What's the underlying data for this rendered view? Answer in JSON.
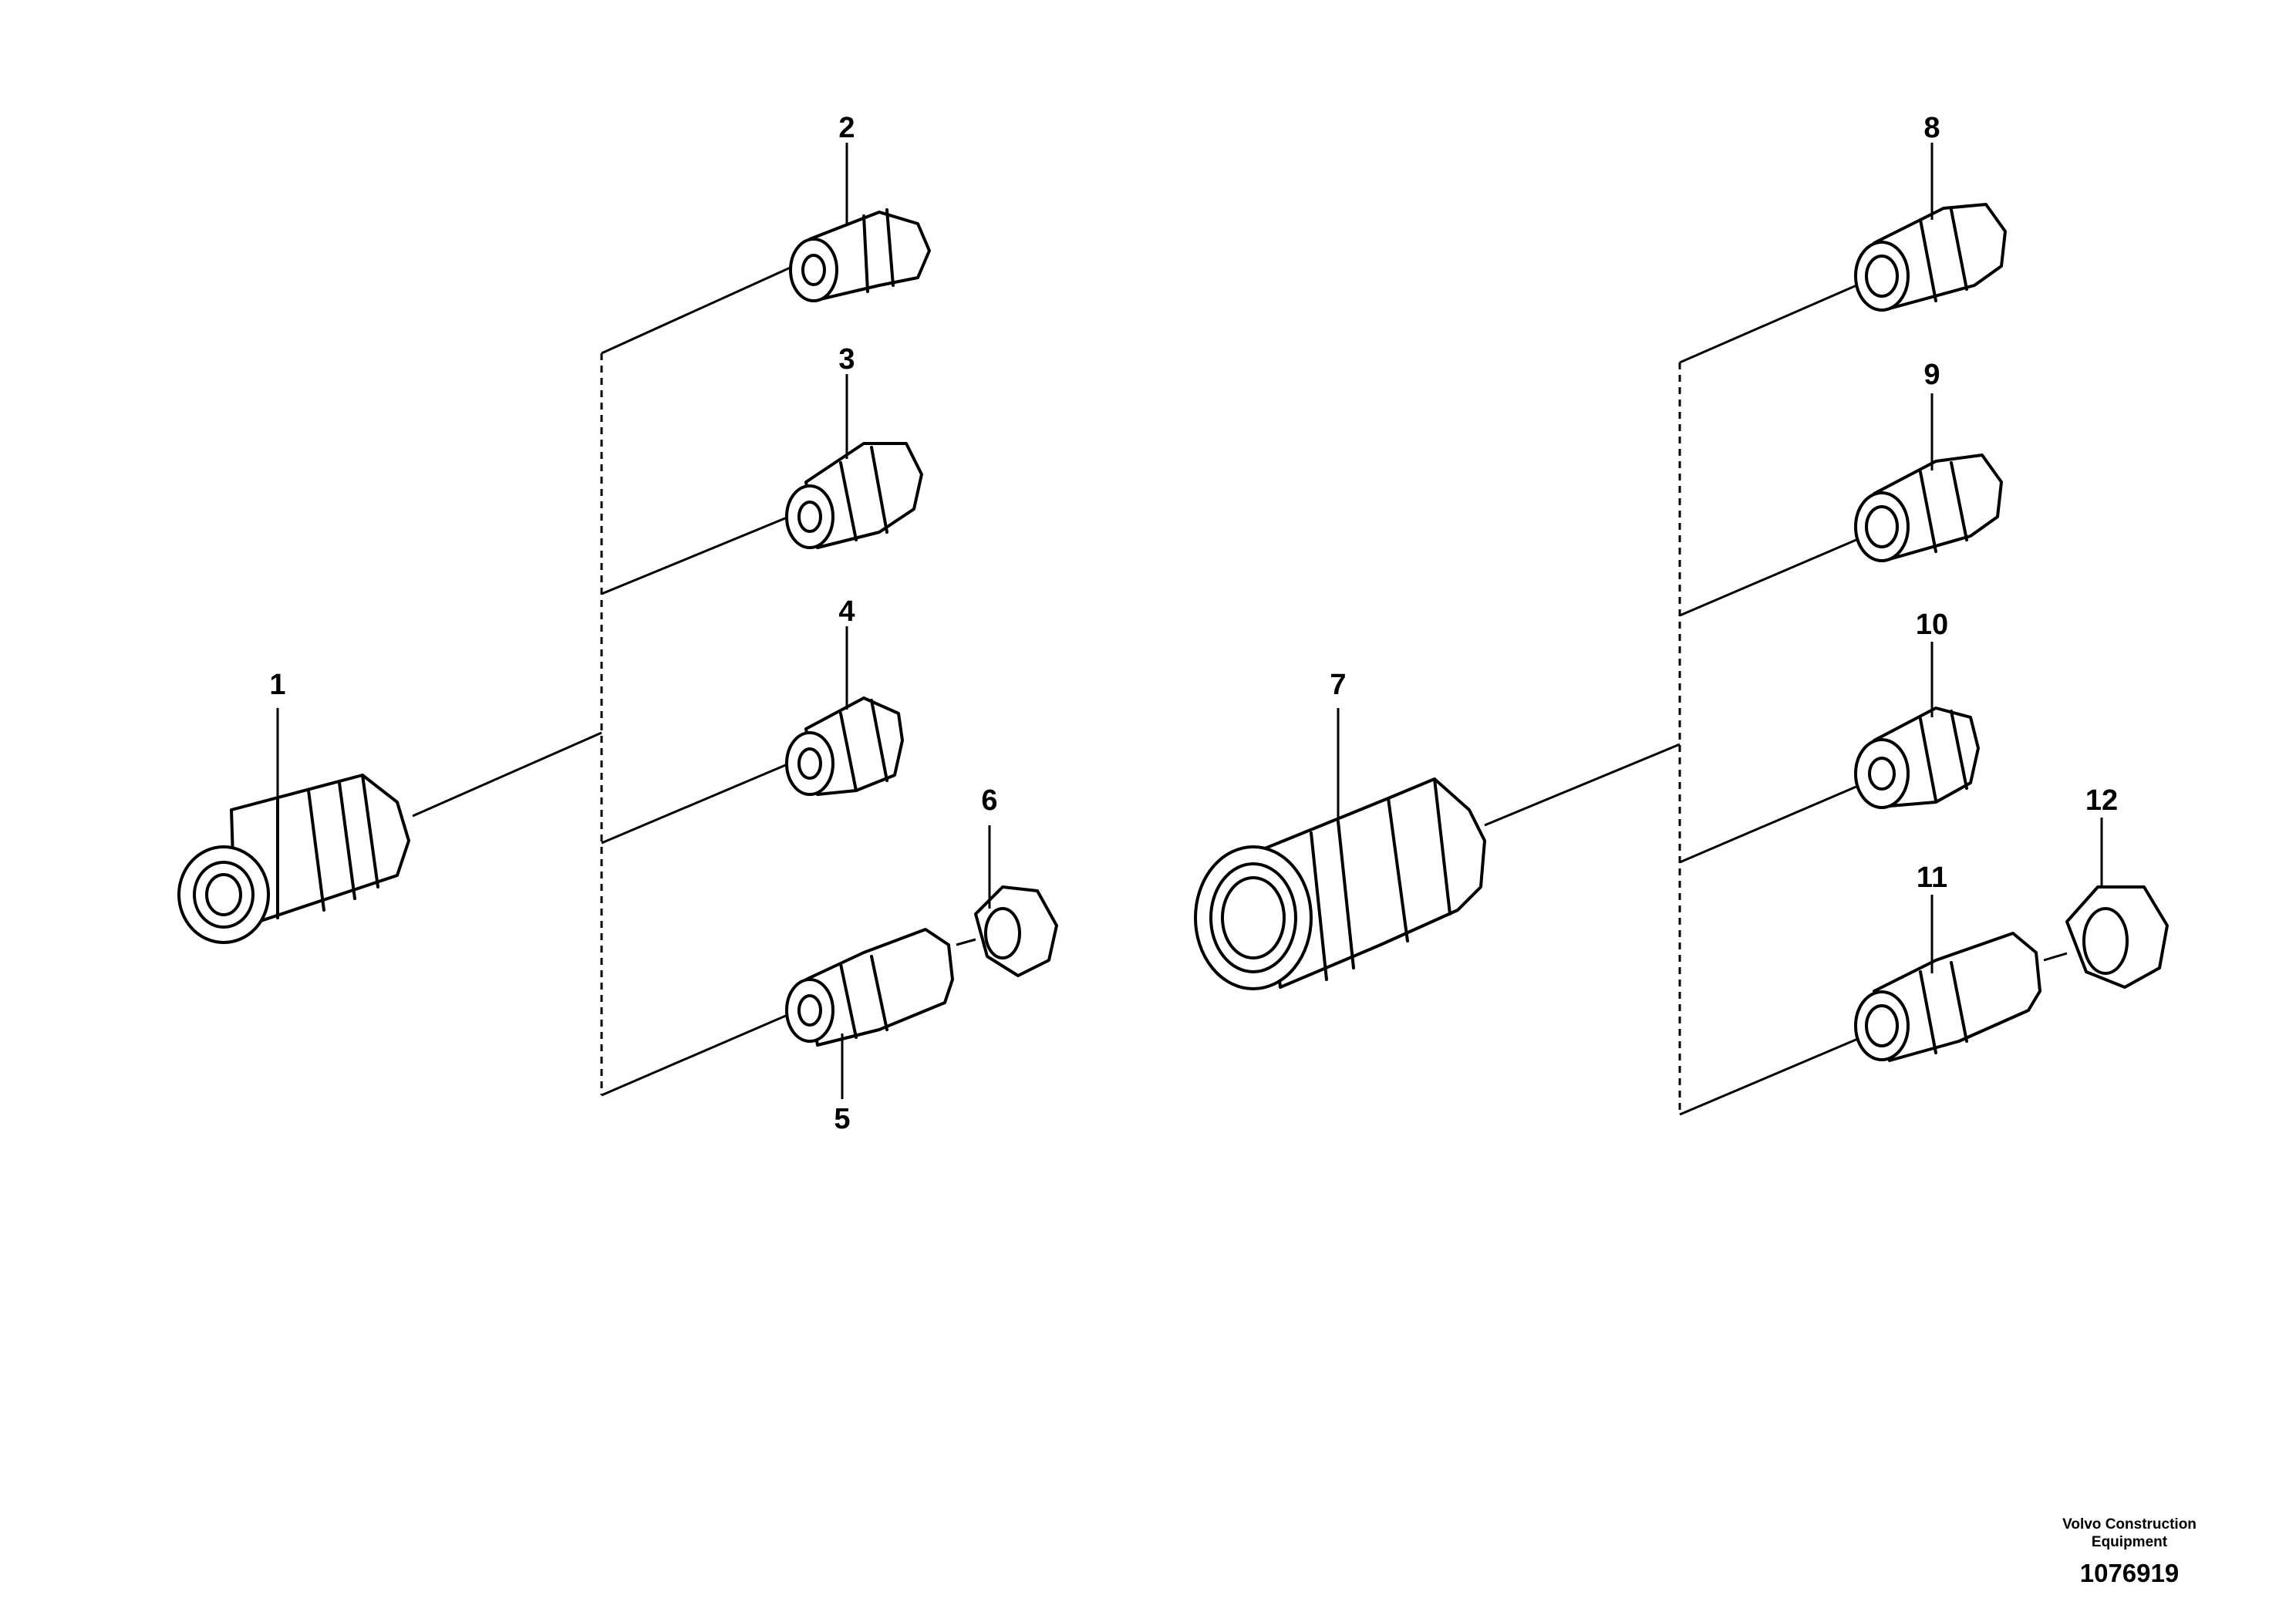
{
  "callouts": [
    "1",
    "2",
    "3",
    "4",
    "5",
    "6",
    "7",
    "8",
    "9",
    "10",
    "11",
    "12"
  ],
  "footer": {
    "brand_line1": "Volvo Construction",
    "brand_line2": "Equipment",
    "drawing_number": "1076919"
  }
}
